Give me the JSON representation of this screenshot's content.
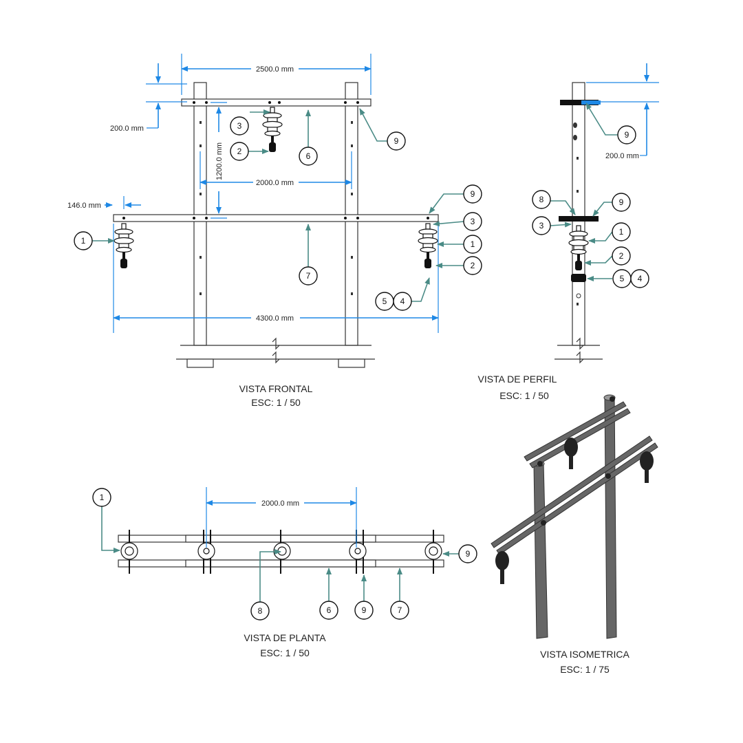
{
  "views": {
    "frontal": {
      "title": "VISTA FRONTAL",
      "scale": "ESC: 1 / 50"
    },
    "perfil": {
      "title": "VISTA DE PERFIL",
      "scale": "ESC: 1 / 50"
    },
    "planta": {
      "title": "VISTA DE PLANTA",
      "scale": "ESC: 1 / 50"
    },
    "isometrica": {
      "title": "VISTA ISOMETRICA",
      "scale": "ESC: 1 / 75"
    }
  },
  "dimensions": {
    "top_width": "2500.0 mm",
    "top_offset": "200.0 mm",
    "vertical_gap": "1200.0 mm",
    "pole_spacing": "2000.0 mm",
    "overhang": "146.0 mm",
    "lower_width": "4300.0 mm",
    "side_offset": "200.0 mm",
    "plan_spacing": "2000.0 mm"
  },
  "callouts": {
    "n1": "1",
    "n2": "2",
    "n3": "3",
    "n4": "4",
    "n5": "5",
    "n6": "6",
    "n7": "7",
    "n8": "8",
    "n9": "9"
  },
  "colors": {
    "dimension": "#1e88e5",
    "leader": "#4a8b86"
  }
}
